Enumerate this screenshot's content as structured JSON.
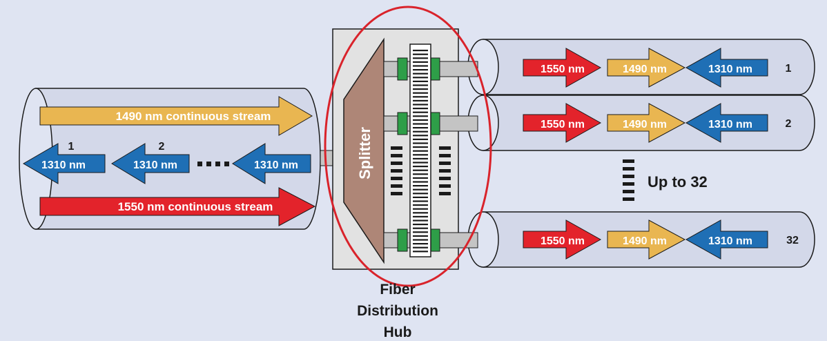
{
  "stream_labels": {
    "down_1490": "1490 nm continuous stream",
    "down_1550": "1550 nm continuous stream"
  },
  "upstream_labels": [
    "1310 nm",
    "1310 nm",
    "1310 nm"
  ],
  "upstream_indices": [
    "1",
    "2"
  ],
  "splitter_label": "Splitter",
  "hub_label": [
    "Fiber",
    "Distribution",
    "Hub"
  ],
  "branches": [
    {
      "index": "1",
      "a": "1550 nm",
      "b": "1490 nm",
      "c": "1310 nm"
    },
    {
      "index": "2",
      "a": "1550 nm",
      "b": "1490 nm",
      "c": "1310 nm"
    },
    {
      "index": "32",
      "a": "1550 nm",
      "b": "1490 nm",
      "c": "1310 nm"
    }
  ],
  "up_to_label": "Up to 32",
  "colors": {
    "background": "#dfe4f2",
    "fiber_fill": "#d3d8e9",
    "red": "#e3232b",
    "gold": "#e9b651",
    "blue": "#1f6fb5",
    "splitter": "#ae8677",
    "hub_box": "#e2e2e2",
    "connector": "#2e9e48",
    "highlight": "#d9232b"
  }
}
